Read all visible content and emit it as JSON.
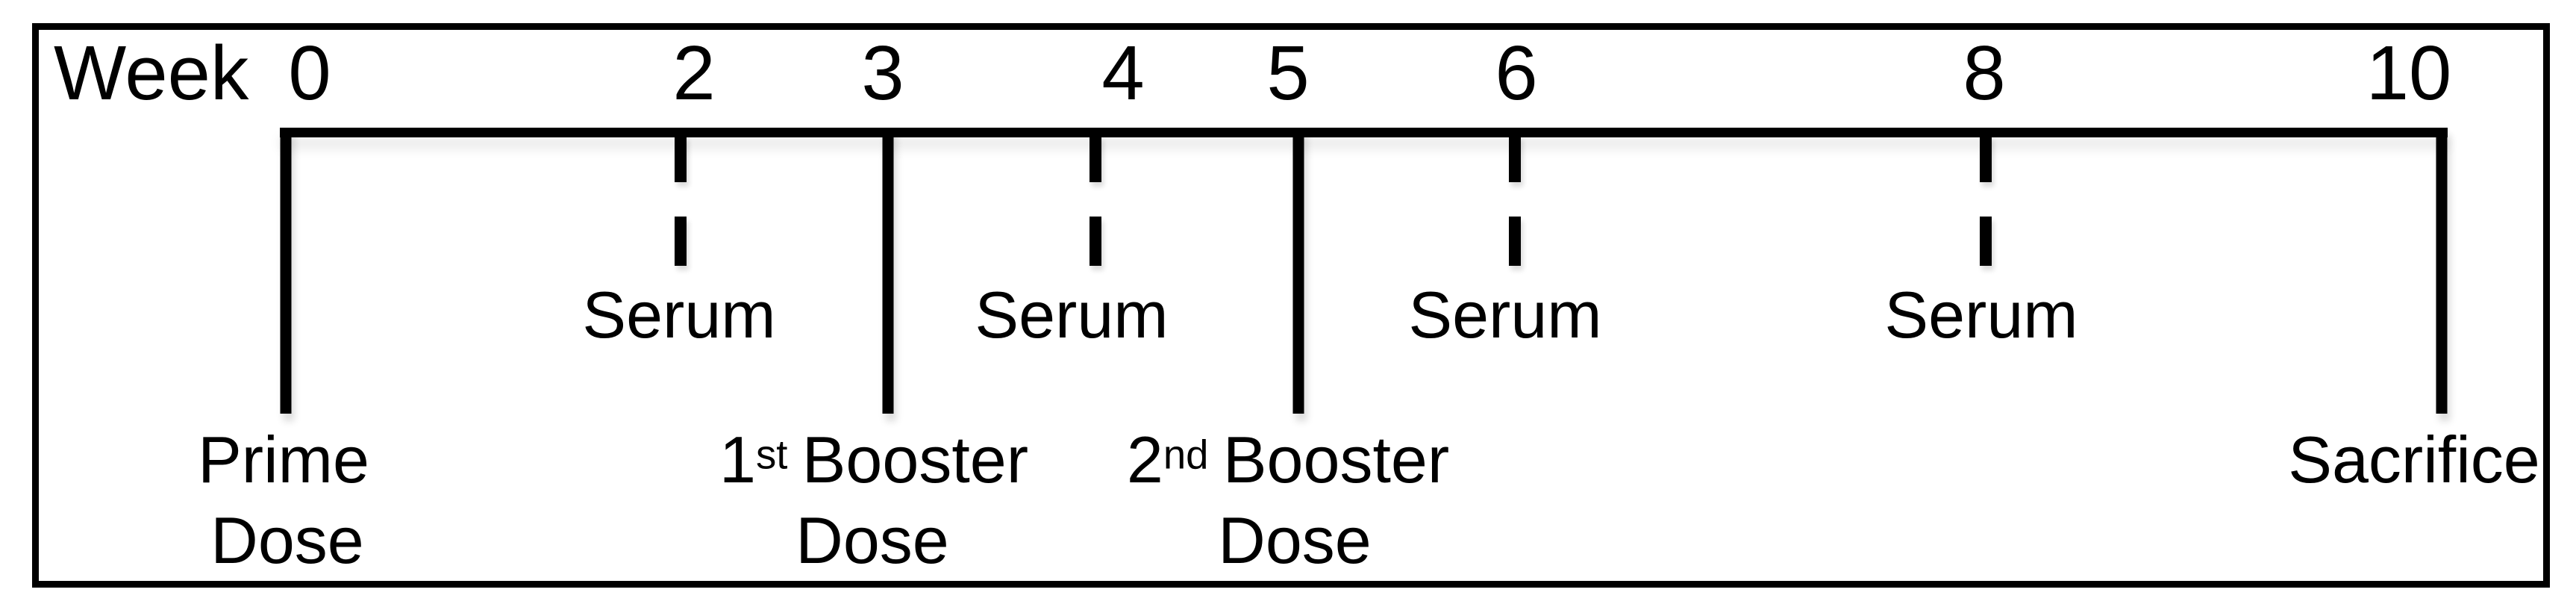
{
  "colors": {
    "ink": "#000000",
    "paper": "#ffffff"
  },
  "axis": {
    "unit_label": "Week",
    "ticks": [
      {
        "week": "0"
      },
      {
        "week": "2"
      },
      {
        "week": "3"
      },
      {
        "week": "4"
      },
      {
        "week": "5"
      },
      {
        "week": "6"
      },
      {
        "week": "8"
      },
      {
        "week": "10"
      }
    ]
  },
  "serum_points": [
    {
      "week": "2",
      "label": "Serum"
    },
    {
      "week": "4",
      "label": "Serum"
    },
    {
      "week": "6",
      "label": "Serum"
    },
    {
      "week": "8",
      "label": "Serum"
    }
  ],
  "events": [
    {
      "week": "0",
      "line1": "Prime",
      "line2": "Dose"
    },
    {
      "week": "3",
      "ordinal": "1",
      "ordinal_suffix": "st",
      "title": "Booster",
      "line2": "Dose"
    },
    {
      "week": "5",
      "ordinal": "2",
      "ordinal_suffix": "nd",
      "title": "Booster",
      "line2": "Dose"
    },
    {
      "week": "10",
      "line1": "Sacrifice"
    }
  ],
  "chart_data": {
    "type": "timeline",
    "x_unit": "week",
    "x_ticks": [
      0,
      2,
      3,
      4,
      5,
      6,
      8,
      10
    ],
    "x_range": [
      0,
      10
    ],
    "events": [
      {
        "week": 0,
        "label": "Prime Dose",
        "marker": "solid-line"
      },
      {
        "week": 2,
        "label": "Serum",
        "marker": "dashed-tick"
      },
      {
        "week": 3,
        "label": "1st Booster Dose",
        "marker": "solid-line"
      },
      {
        "week": 4,
        "label": "Serum",
        "marker": "dashed-tick"
      },
      {
        "week": 5,
        "label": "2nd Booster Dose",
        "marker": "solid-line"
      },
      {
        "week": 6,
        "label": "Serum",
        "marker": "dashed-tick"
      },
      {
        "week": 8,
        "label": "Serum",
        "marker": "dashed-tick"
      },
      {
        "week": 10,
        "label": "Sacrifice",
        "marker": "solid-line"
      }
    ]
  }
}
